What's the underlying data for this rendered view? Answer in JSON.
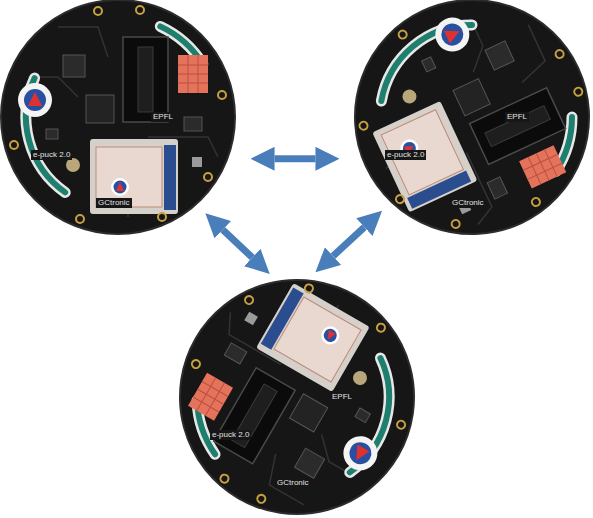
{
  "diagram": {
    "nodes": [
      {
        "text": [
          "EPFL",
          "e-puck 2.0",
          "GCtronic"
        ]
      },
      {
        "text": [
          "EPFL",
          "e-puck 2.0",
          "GCtronic"
        ]
      },
      {
        "text": [
          "EPFL",
          "e-puck 2.0",
          "GCtronic"
        ]
      }
    ],
    "edges": [
      {
        "from": 0,
        "to": 1,
        "arrow": "both"
      },
      {
        "from": 0,
        "to": 2,
        "arrow": "both"
      },
      {
        "from": 1,
        "to": 2,
        "arrow": "both"
      }
    ]
  }
}
